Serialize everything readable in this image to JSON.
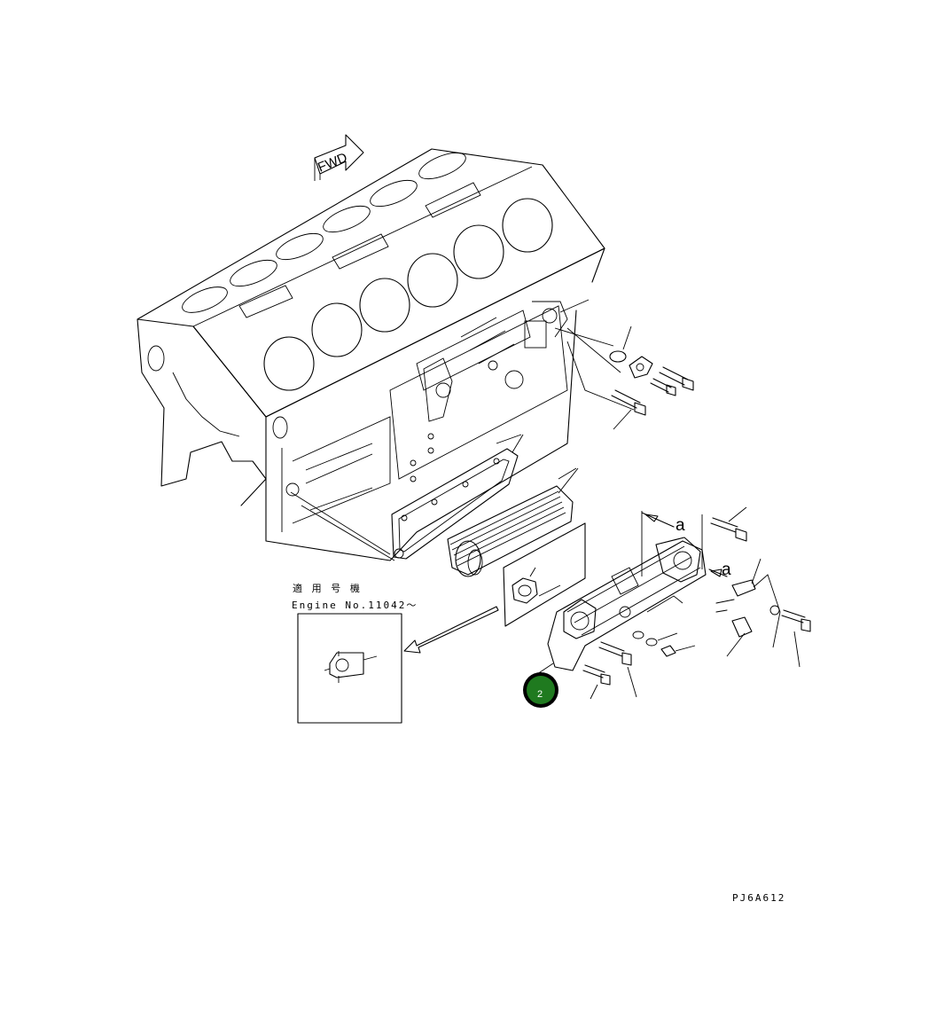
{
  "diagram": {
    "fwd_label": "FWD",
    "view_arrow_label": "a",
    "view_arrow_label_2": "a",
    "applicable_models": "適 用 号 機",
    "engine_number": "Engine No.11042～",
    "callout": {
      "number": "2",
      "color": "#1f7a1f"
    },
    "drawing_code": "PJ6A612"
  }
}
